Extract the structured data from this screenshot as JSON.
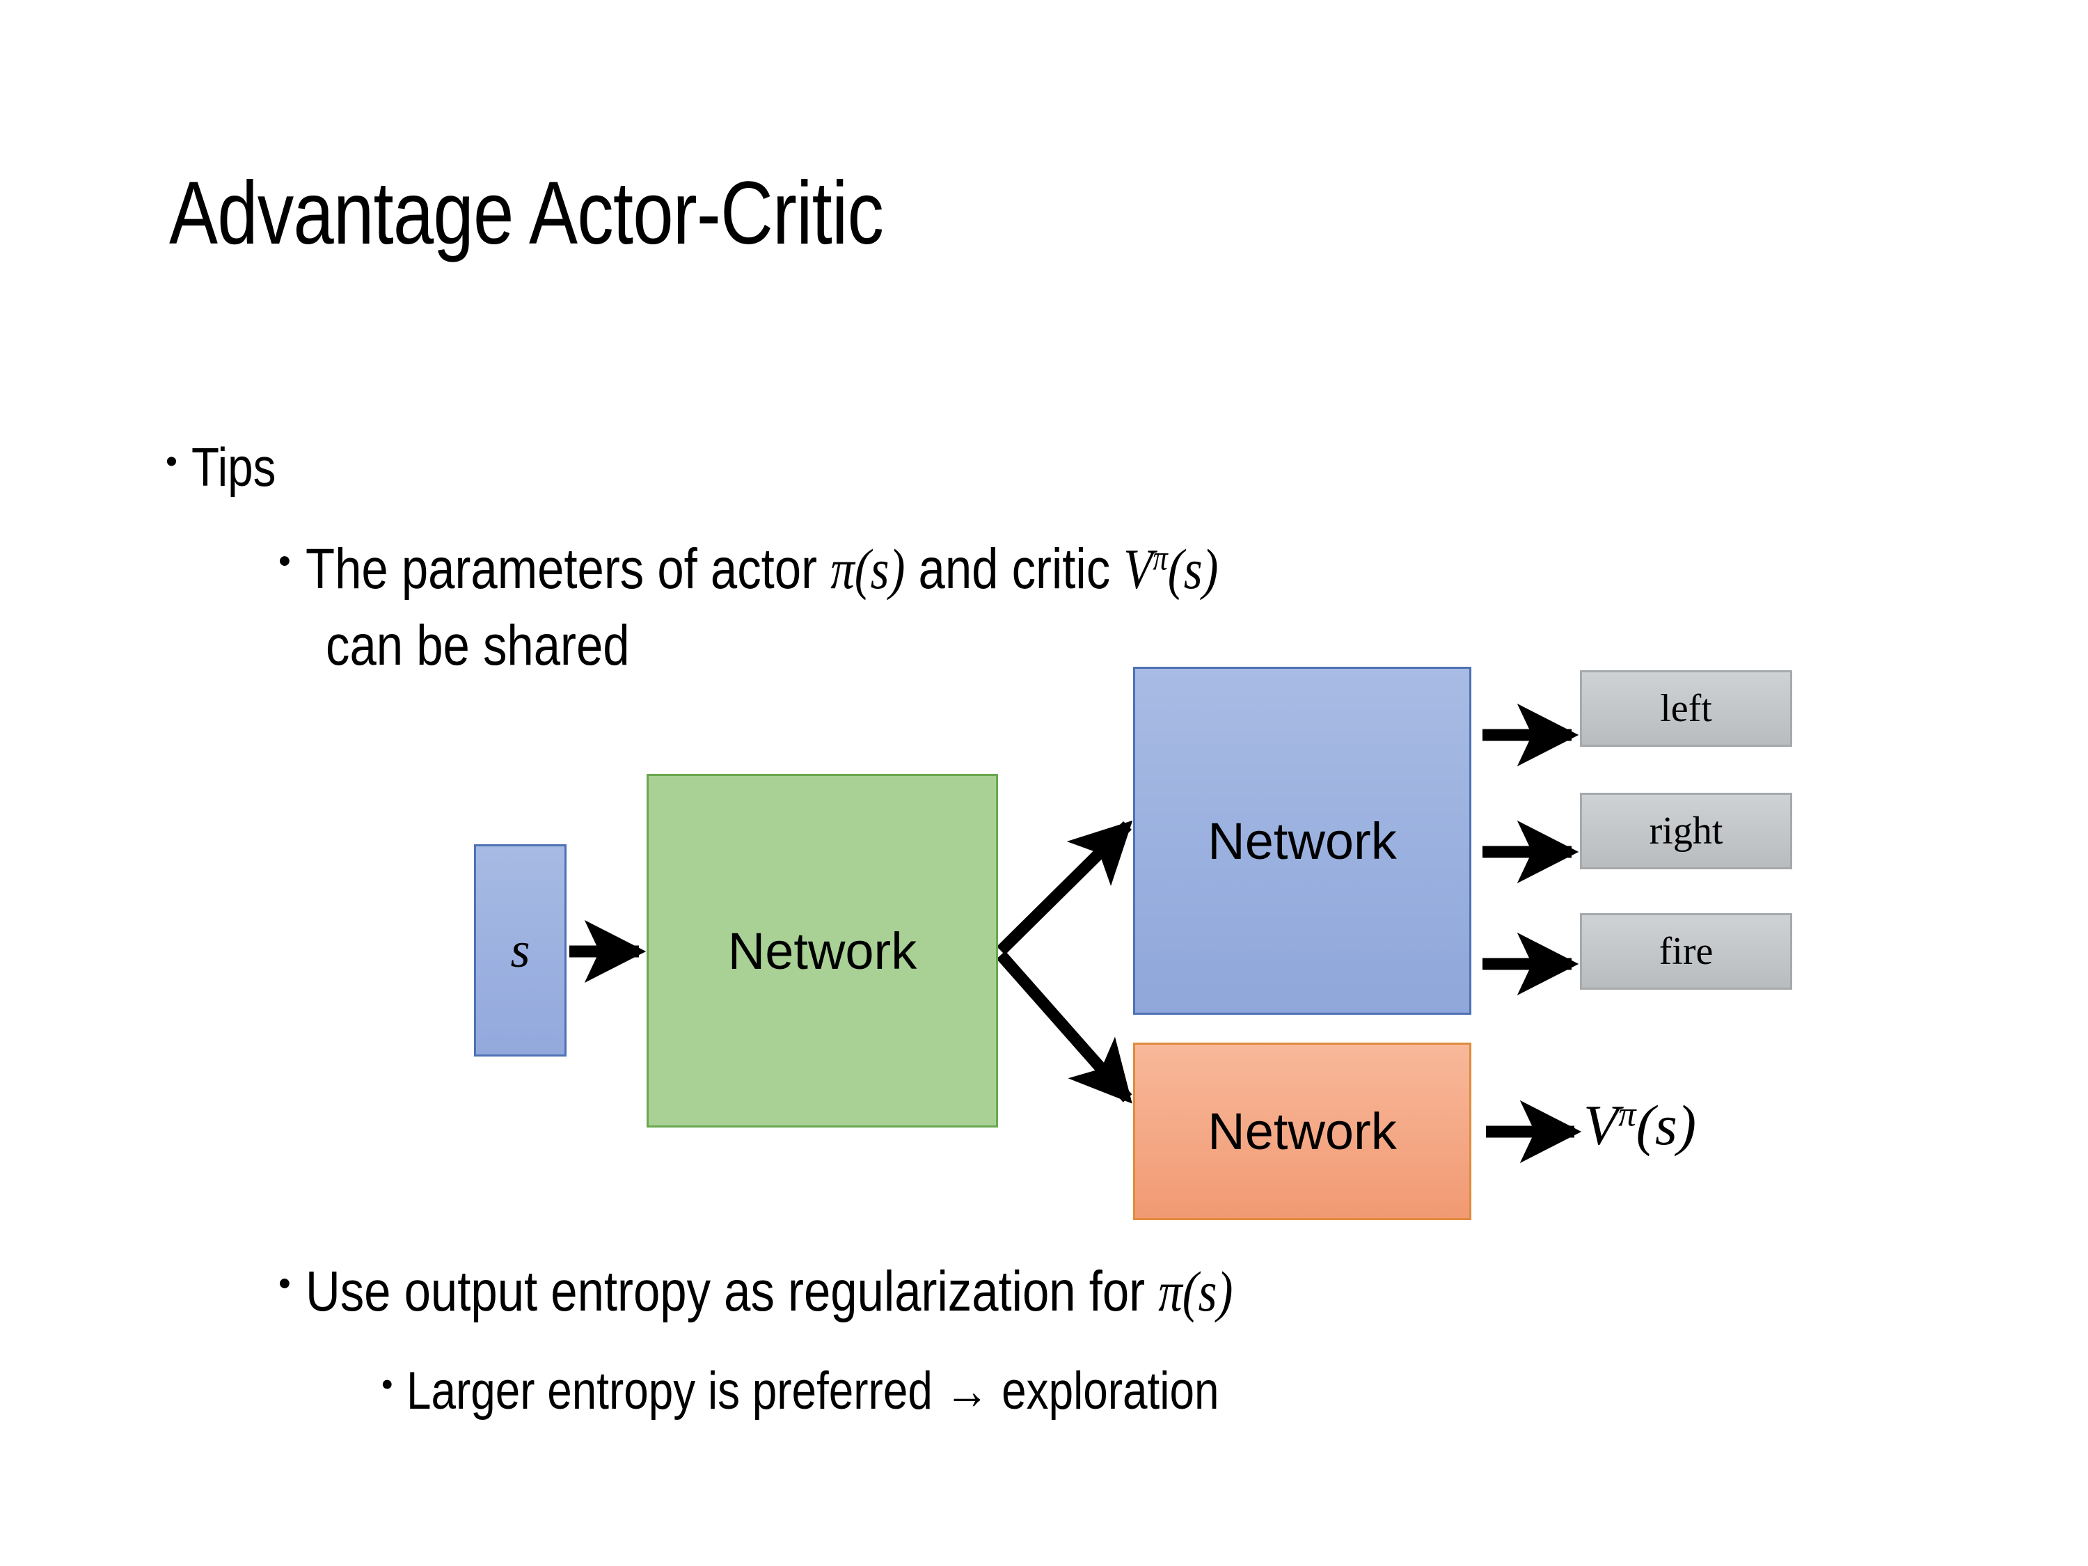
{
  "slide": {
    "title": "Advantage Actor-Critic",
    "bullets": {
      "tips": "Tips",
      "shared_line1_a": "The parameters of actor ",
      "shared_line1_pi": "π",
      "shared_line1_b": "(",
      "shared_line1_s": "s",
      "shared_line1_c": ")",
      "shared_line1_d": "  and critic ",
      "shared_line1_V": "V",
      "shared_line1_Vsup": "π",
      "shared_line1_e": "(",
      "shared_line1_s2": "s",
      "shared_line1_f": ")",
      "shared_line2": "can be shared",
      "entropy_a": "Use output entropy as regularization for ",
      "entropy_pi": "π",
      "entropy_b": "(",
      "entropy_s": "s",
      "entropy_c": ")",
      "larger_entropy": "Larger entropy is preferred → exploration",
      "dot": "•"
    }
  },
  "diagram": {
    "state_label": "s",
    "shared_network_label": "Network",
    "actor_network_label": "Network",
    "critic_network_label": "Network",
    "actions": [
      {
        "label": "left"
      },
      {
        "label": "right"
      },
      {
        "label": "fire"
      }
    ],
    "critic_output": {
      "base": "V",
      "sup": "π",
      "open": "(",
      "arg": "s",
      "close": ")"
    },
    "colors": {
      "state_fill": "#9BB0DE",
      "state_border": "#4F72B5",
      "shared_fill": "#A9D195",
      "shared_border": "#6AA84F",
      "actor_fill": "#9BB0DE",
      "actor_border": "#4F72B5",
      "critic_fill": "#F5A97E",
      "critic_border": "#E08B3C",
      "action_fill": "#C4C7C9",
      "action_border": "#A6A9AB",
      "arrow": "#000000",
      "text": "#000000",
      "background": "#FFFFFF"
    }
  }
}
